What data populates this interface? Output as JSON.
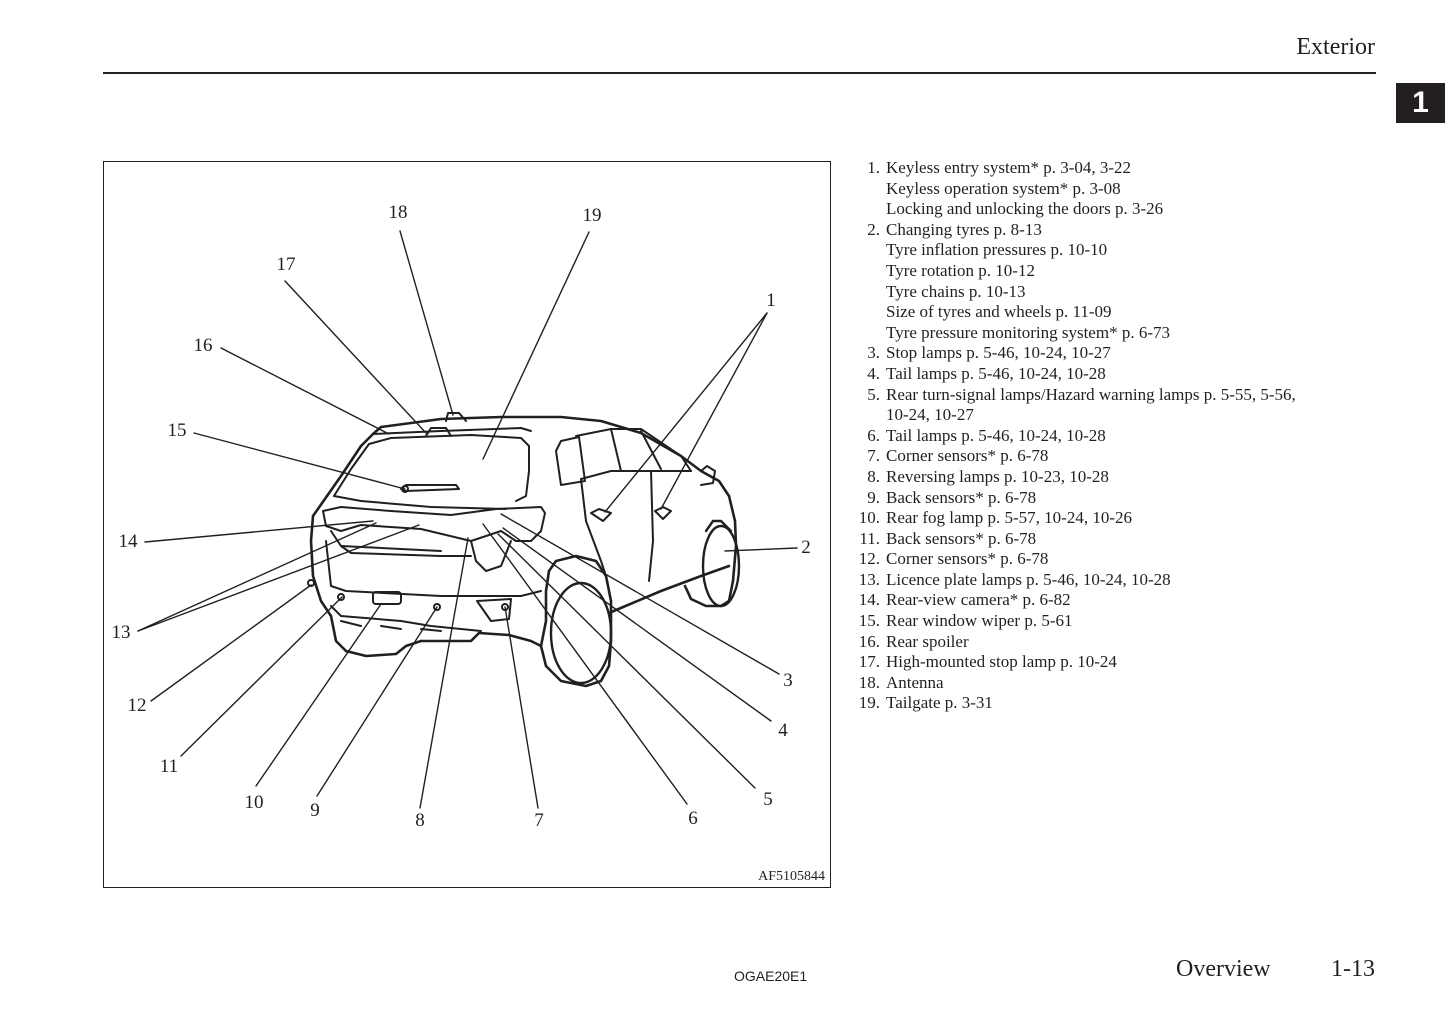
{
  "header": {
    "section_title": "Exterior",
    "chapter_tab": "1"
  },
  "figure": {
    "code": "AF5105844",
    "callouts": [
      "1",
      "2",
      "3",
      "4",
      "5",
      "6",
      "7",
      "8",
      "9",
      "10",
      "11",
      "12",
      "13",
      "14",
      "15",
      "16",
      "17",
      "18",
      "19"
    ]
  },
  "legend": [
    {
      "num": "1.",
      "lines": [
        "Keyless entry system* p. 3-04, 3-22",
        "Keyless operation system* p. 3-08",
        "Locking and unlocking the doors p. 3-26"
      ]
    },
    {
      "num": "2.",
      "lines": [
        "Changing tyres p. 8-13",
        "Tyre inflation pressures p. 10-10",
        "Tyre rotation p. 10-12",
        "Tyre chains p. 10-13",
        "Size of tyres and wheels p. 11-09",
        "Tyre pressure monitoring system* p. 6-73"
      ]
    },
    {
      "num": "3.",
      "lines": [
        "Stop lamps p. 5-46, 10-24, 10-27"
      ]
    },
    {
      "num": "4.",
      "lines": [
        "Tail lamps p. 5-46, 10-24, 10-28"
      ]
    },
    {
      "num": "5.",
      "lines": [
        "Rear turn-signal lamps/Hazard warning lamps p. 5-55, 5-56,",
        "10-24, 10-27"
      ]
    },
    {
      "num": "6.",
      "lines": [
        "Tail lamps p. 5-46, 10-24, 10-28"
      ]
    },
    {
      "num": "7.",
      "lines": [
        "Corner sensors* p. 6-78"
      ]
    },
    {
      "num": "8.",
      "lines": [
        "Reversing lamps p. 10-23, 10-28"
      ]
    },
    {
      "num": "9.",
      "lines": [
        "Back sensors* p. 6-78"
      ]
    },
    {
      "num": "10.",
      "lines": [
        "Rear fog lamp p. 5-57, 10-24, 10-26"
      ]
    },
    {
      "num": "11.",
      "lines": [
        "Back sensors* p. 6-78"
      ]
    },
    {
      "num": "12.",
      "lines": [
        "Corner sensors* p. 6-78"
      ]
    },
    {
      "num": "13.",
      "lines": [
        "Licence plate lamps p. 5-46, 10-24, 10-28"
      ]
    },
    {
      "num": "14.",
      "lines": [
        "Rear-view camera* p. 6-82"
      ]
    },
    {
      "num": "15.",
      "lines": [
        "Rear window wiper p. 5-61"
      ]
    },
    {
      "num": "16.",
      "lines": [
        "Rear spoiler"
      ]
    },
    {
      "num": "17.",
      "lines": [
        "High-mounted stop lamp p. 10-24"
      ]
    },
    {
      "num": "18.",
      "lines": [
        "Antenna"
      ]
    },
    {
      "num": "19.",
      "lines": [
        "Tailgate p. 3-31"
      ]
    }
  ],
  "footer": {
    "doc_code": "OGAE20E1",
    "section": "Overview",
    "page": "1-13"
  }
}
